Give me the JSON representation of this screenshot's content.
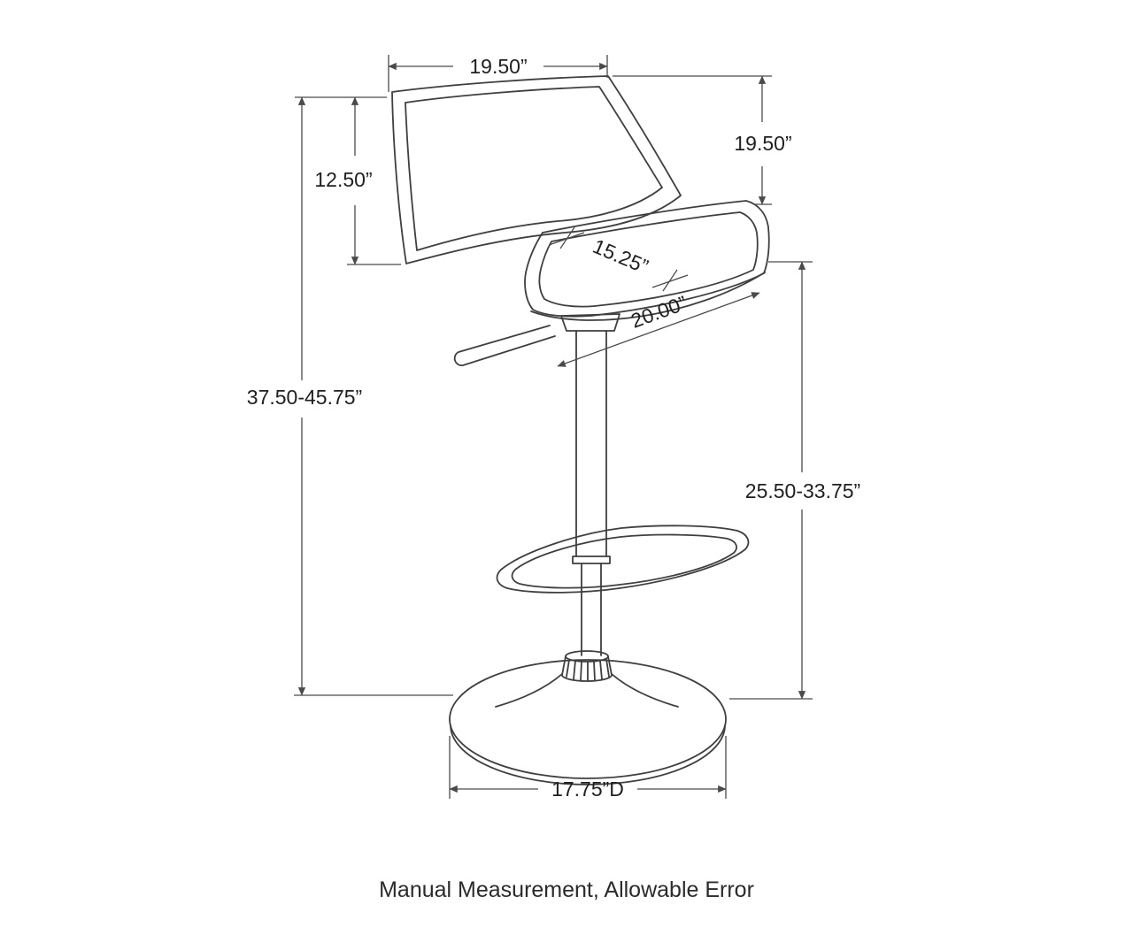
{
  "diagram": {
    "caption": "Manual Measurement, Allowable Error",
    "dimensions": {
      "back_width": "19.50”",
      "back_to_seat_height": "19.50”",
      "backrest_height": "12.50”",
      "overall_height": "37.50-45.75”",
      "seat_depth": "15.25”",
      "seat_width": "20.00”",
      "seat_height": "25.50-33.75”",
      "base_diameter": "17.75”D"
    }
  }
}
